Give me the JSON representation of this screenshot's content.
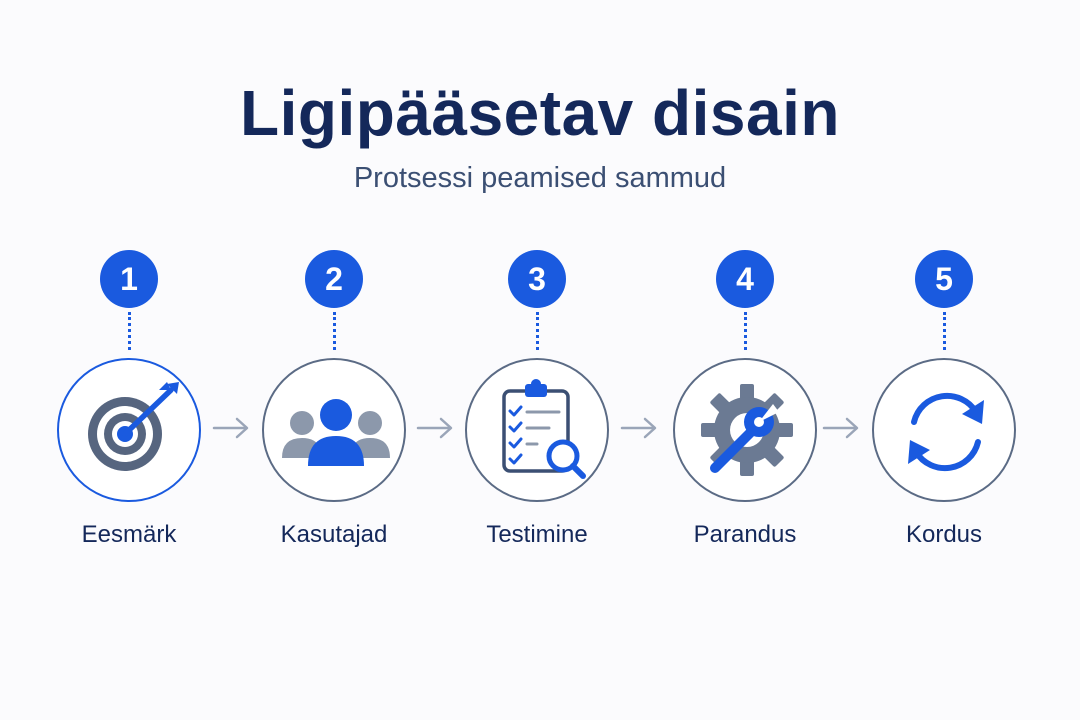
{
  "title": "Ligipääsetav disain",
  "subtitle": "Protsessi peamised sammud",
  "colors": {
    "accent": "#1a5adf",
    "slate": "#5b6b85",
    "gray": "#8c98ab",
    "text": "#14285a"
  },
  "steps": [
    {
      "number": "1",
      "label": "Eesmärk",
      "icon": "target-icon"
    },
    {
      "number": "2",
      "label": "Kasutajad",
      "icon": "users-icon"
    },
    {
      "number": "3",
      "label": "Testimine",
      "icon": "checklist-search-icon"
    },
    {
      "number": "4",
      "label": "Parandus",
      "icon": "wrench-gear-icon"
    },
    {
      "number": "5",
      "label": "Kordus",
      "icon": "refresh-icon"
    }
  ]
}
